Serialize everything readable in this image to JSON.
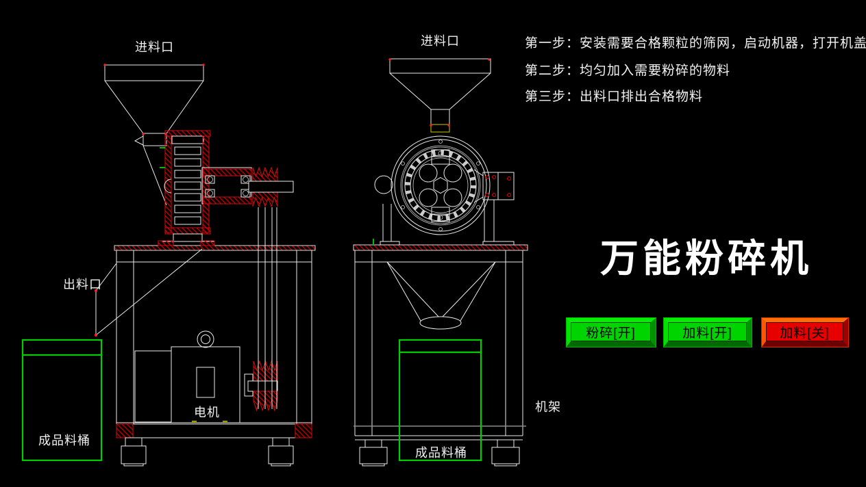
{
  "window": {
    "background": "#000000"
  },
  "title": {
    "text": "万能粉碎机"
  },
  "instructions": {
    "steps": [
      "第一步：安装需要合格颗粒的筛网，启动机器，打开机盖。",
      "第二步：均匀加入需要粉碎的物料",
      "第三步：出料口排出合格物料"
    ]
  },
  "labels": {
    "side_inlet": "进料口",
    "front_inlet": "进料口",
    "outlet": "出料口",
    "motor": "电机",
    "side_bucket": "成品料桶",
    "front_bucket": "成品料桶",
    "frame": "机架"
  },
  "buttons": [
    {
      "label": "粉碎[开]",
      "state": "on",
      "color": "#00d400"
    },
    {
      "label": "加料[开]",
      "state": "on",
      "color": "#00d400"
    },
    {
      "label": "加料[关]",
      "state": "off",
      "color": "#e60000"
    }
  ],
  "colors": {
    "line": "#ededed",
    "hatch": "#bb0000",
    "bucket_outline": "#00cc00",
    "neck_highlight": "#aaaa00",
    "button_green": "#00d400",
    "button_red": "#e60000",
    "frame_gray": "#8a8a8a"
  }
}
